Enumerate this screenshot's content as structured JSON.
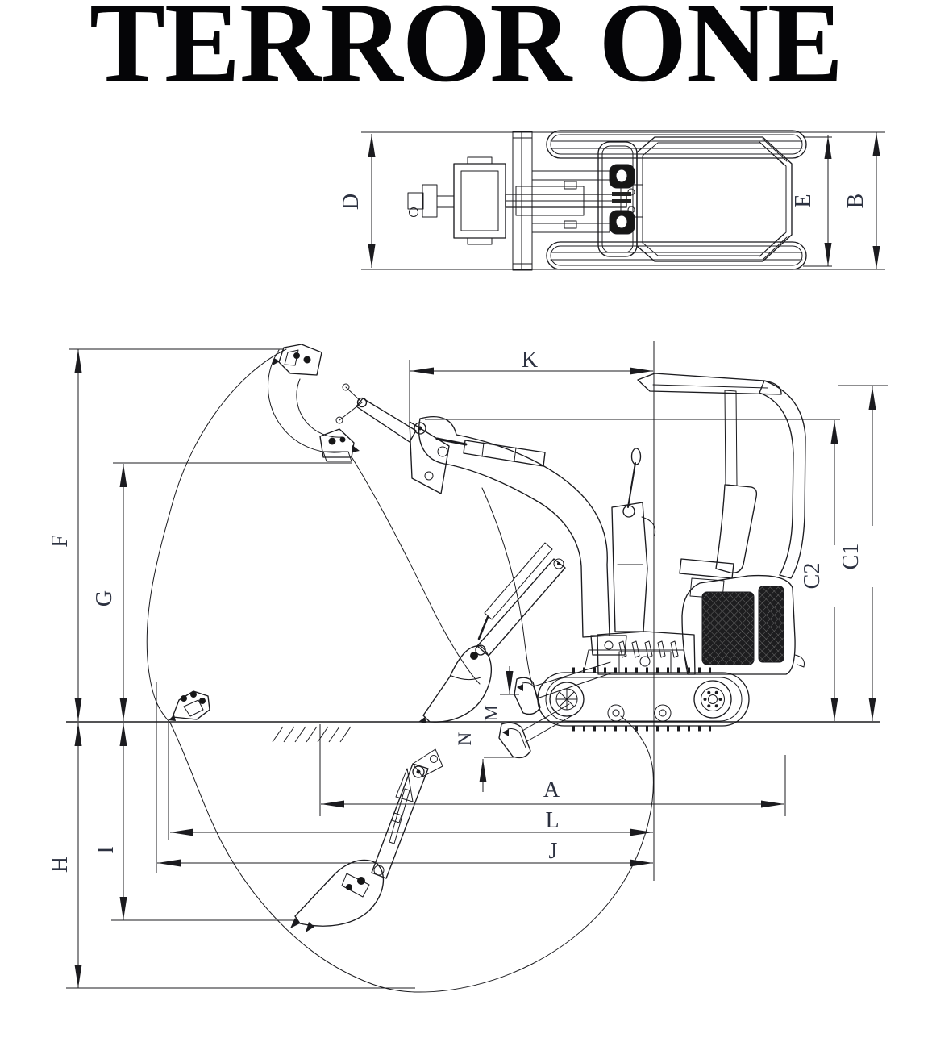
{
  "title": "TERROR ONE",
  "colors": {
    "line_ink": "#1b1b1f",
    "label_ink": "#2c3140",
    "grille_dark": "#161616",
    "background": "#ffffff"
  },
  "views": {
    "top": {
      "description": "excavator plan view",
      "dims": {
        "D": "D",
        "E": "E",
        "B": "B"
      }
    },
    "side": {
      "description": "excavator working range side view",
      "dims": {
        "F": "F",
        "G": "G",
        "H": "H",
        "I": "I",
        "K": "K",
        "C1": "C1",
        "C2": "C2",
        "A": "A",
        "L": "L",
        "J": "J",
        "M": "M",
        "N": "N"
      }
    }
  }
}
